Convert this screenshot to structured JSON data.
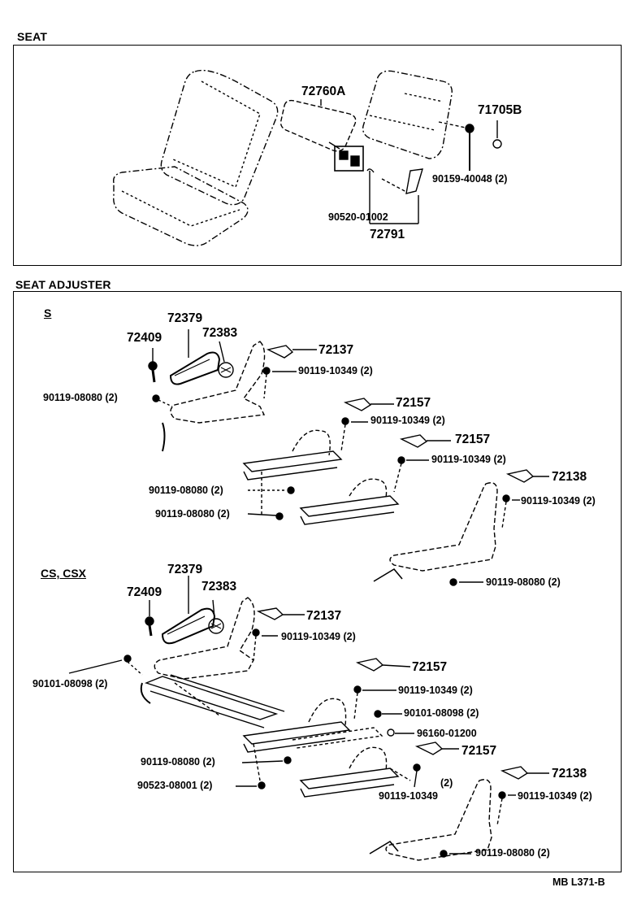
{
  "sections": {
    "seat_title": "SEAT",
    "adjuster_title": "SEAT ADJUSTER"
  },
  "variants": {
    "s": "S",
    "cs": "CS, CSX"
  },
  "seat_parts": {
    "p72760A": "72760A",
    "p71705B": "71705B",
    "p90159": "90159-40048 (2)",
    "p90520": "90520-01002",
    "p72791": "72791"
  },
  "s_parts": {
    "p72379": "72379",
    "p72409": "72409",
    "p72383": "72383",
    "p72137": "72137",
    "p90119_10349_a": "90119-10349 (2)",
    "p90119_08080_a": "90119-08080 (2)",
    "p72157_a": "72157",
    "p90119_10349_b": "90119-10349 (2)",
    "p72157_b": "72157",
    "p90119_10349_c": "90119-10349 (2)",
    "p72138": "72138",
    "p90119_10349_d": "90119-10349 (2)",
    "p90119_08080_b": "90119-08080 (2)",
    "p90119_08080_c": "90119-08080 (2)",
    "p90119_08080_d": "90119-08080 (2)"
  },
  "cs_parts": {
    "p72379": "72379",
    "p72409": "72409",
    "p72383": "72383",
    "p72137": "72137",
    "p90119_10349_a": "90119-10349 (2)",
    "p90101_08098_a": "90101-08098 (2)",
    "p72157_a": "72157",
    "p90119_10349_b": "90119-10349 (2)",
    "p90101_08098_b": "90101-08098 (2)",
    "p96160": "96160-01200",
    "p90119_08080_a": "90119-08080 (2)",
    "p72157_b": "72157",
    "p90523": "90523-08001 (2)",
    "p90119_10349_c": "90119-10349",
    "p90119_10349_c_qty": "(2)",
    "p72138": "72138",
    "p90119_10349_d": "90119-10349 (2)",
    "p90119_08080_b": "90119-08080 (2)"
  },
  "reference": "MB L371-B"
}
